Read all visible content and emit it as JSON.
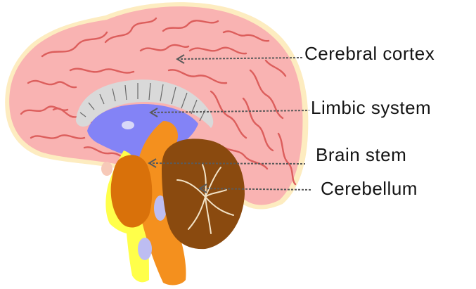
{
  "labels": {
    "cerebral_cortex": "Cerebral cortex",
    "limbic_system": "Limbic system",
    "brain_stem": "Brain stem",
    "cerebellum": "Cerebellum"
  },
  "colors": {
    "cortex": "#f9b3b2",
    "cortex_folds": "#dc5e5c",
    "cortex_rim": "#fdecc0",
    "corpus_callosum": "#d9d9d9",
    "limbic": "#8383f6",
    "brain_stem": "#f4901e",
    "pons_dark": "#d9710a",
    "cerebellum": "#8a4a0f",
    "yellow": "#ffff4a",
    "lavender": "#bdbdf2"
  }
}
